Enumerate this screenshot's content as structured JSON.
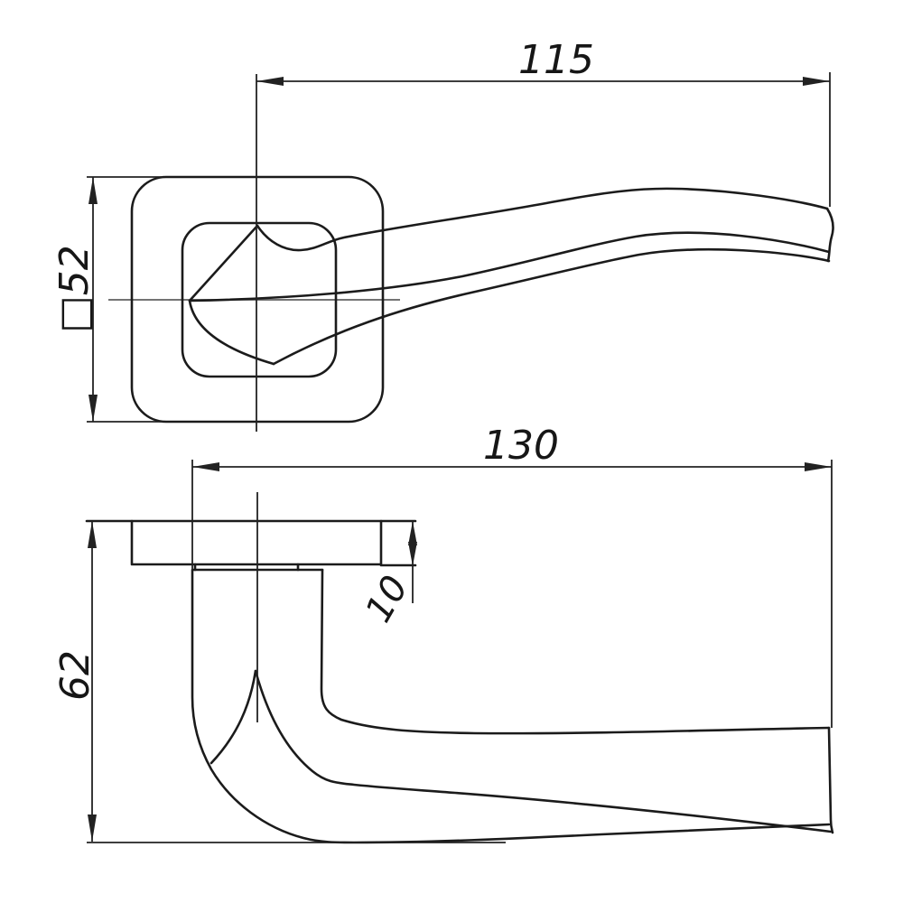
{
  "drawing": {
    "subject": "Door lever handle on square rosette — two-view technical drawing",
    "background": "#ffffff",
    "colors": {
      "line": "#1b1b1b",
      "centerline": "#5f5f5f",
      "dimension": "#222222",
      "text": "#161616"
    },
    "views": {
      "top": "Plan view: rounded-square rosette with inner square and curved lever arm extending right",
      "front": "Front elevation: thin rosette plate with L-shaped lever neck curving into grip"
    },
    "dimensions": {
      "lever_reach": "115",
      "rosette_size": "□52",
      "overall_length": "130",
      "overall_height": "62",
      "plate_thickness": "10"
    }
  }
}
